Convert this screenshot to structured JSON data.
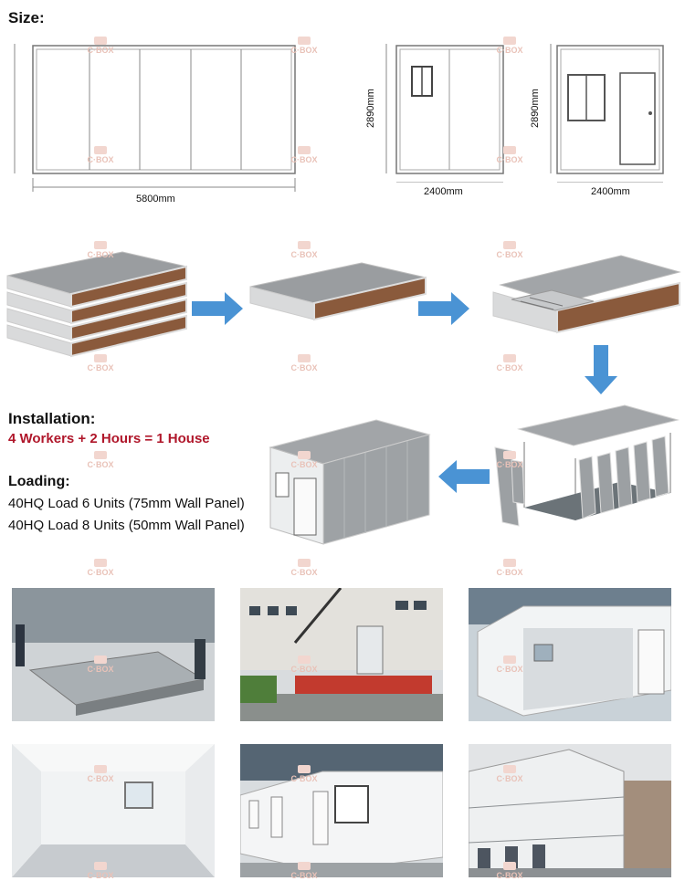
{
  "size": {
    "heading": "Size:",
    "dim_height": "2890mm",
    "dim_length": "5800mm",
    "dim_width": "2400mm"
  },
  "installation": {
    "heading": "Installation:",
    "formula": "4 Workers + 2 Hours = 1 House"
  },
  "loading": {
    "heading": "Loading:",
    "line1": "40HQ Load 6 Units (75mm Wall Panel)",
    "line2": "40HQ Load 8 Units (50mm Wall Panel)"
  },
  "watermark": {
    "logo_text": "C·BOX"
  },
  "colors": {
    "accent_red": "#b0172b",
    "arrow_blue": "#4a93d4",
    "panel_brown": "#8a5a3c",
    "roof_gray": "#9a9da0"
  }
}
